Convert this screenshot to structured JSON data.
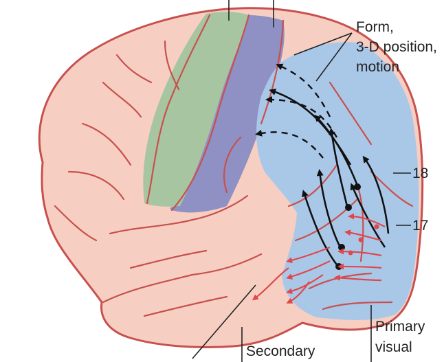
{
  "labels": {
    "form_line1": "Form,",
    "form_line2": "3-D position,",
    "form_line3": "motion",
    "area_18": "18",
    "area_17": "17",
    "primary_line1": "Primary",
    "primary_line2": "visual",
    "secondary": "Secondary"
  },
  "colors": {
    "brain": "#f7cfc2",
    "brain_outline": "#c8504e",
    "sulcus": "#c8504e",
    "motor_strip": "#a7c5a0",
    "sensory_strip": "#8f90c4",
    "visual_area": "#a9c8e8",
    "black_arrow": "#111111",
    "red_arrow": "#e0474c"
  }
}
